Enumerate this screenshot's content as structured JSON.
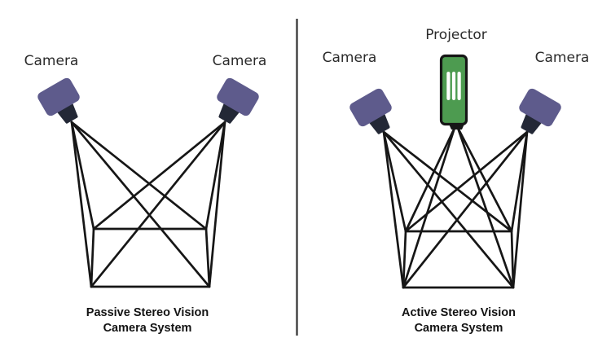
{
  "left_panel": {
    "label_camera_left": "Camera",
    "label_camera_right": "Camera",
    "caption_line1": "Passive Stereo Vision",
    "caption_line2": "Camera System"
  },
  "right_panel": {
    "label_camera_left": "Camera",
    "label_projector": "Projector",
    "label_camera_right": "Camera",
    "caption_line1": "Active Stereo Vision",
    "caption_line2": "Camera System"
  },
  "icons": {
    "camera": "camera-icon",
    "projector": "projector-icon",
    "divider": "vertical-divider"
  },
  "colors": {
    "background": "#ffffff",
    "camera_body": "#5e5b8c",
    "camera_lens": "#232836",
    "projector_body": "#4d9b50",
    "projector_bar": "#ffffff",
    "outline": "#161616",
    "divider": "#3e3e3e",
    "label_text": "#2b2b2b",
    "caption_text": "#131313"
  }
}
